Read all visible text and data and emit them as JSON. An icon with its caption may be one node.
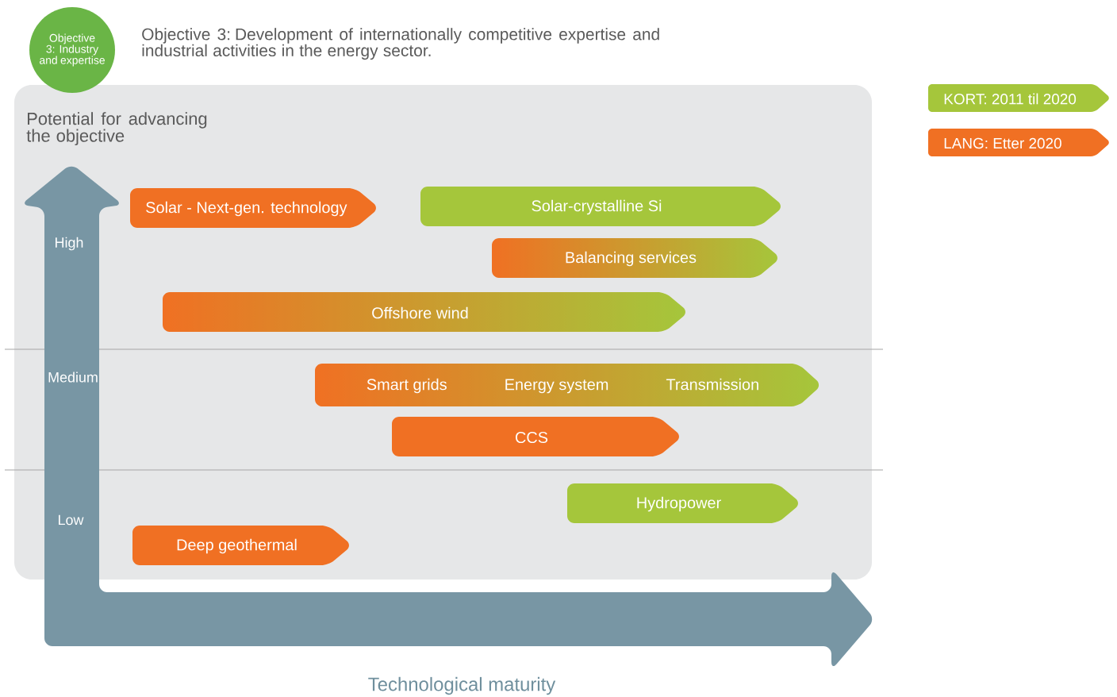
{
  "diagram": {
    "title": "Objective 3: Development of internationally competitive expertise and industrial activities in the energy sector.",
    "nodes": [
      {
        "text": [
          "Objective 3: Industry and expertise"
        ]
      },
      {
        "text": [
          "Potential for advancing the objective"
        ]
      },
      {
        "text": [
          "Solar - Next-gen. technology"
        ],
        "in": 1
      },
      {
        "text": [
          "Solar-crystalline Si"
        ],
        "in": 1
      },
      {
        "text": [
          "Balancing services"
        ],
        "in": 1
      },
      {
        "text": [
          "Offshore wind"
        ],
        "in": 1
      },
      {
        "text": [
          "Smart grids",
          "Energy system",
          "Transmission"
        ],
        "in": 1
      },
      {
        "text": [
          "CCS"
        ],
        "in": 1
      },
      {
        "text": [
          "Hydropower"
        ],
        "in": 1
      },
      {
        "text": [
          "Deep geothermal"
        ],
        "in": 1
      }
    ],
    "labels": [
      "High",
      "Medium",
      "Low",
      "Technological maturity"
    ],
    "legend": [
      {
        "text": "KORT: 2011 til 2020",
        "color": "#a5c63b"
      },
      {
        "text": "LANG: Etter 2020",
        "color": "#f07023"
      }
    ]
  }
}
